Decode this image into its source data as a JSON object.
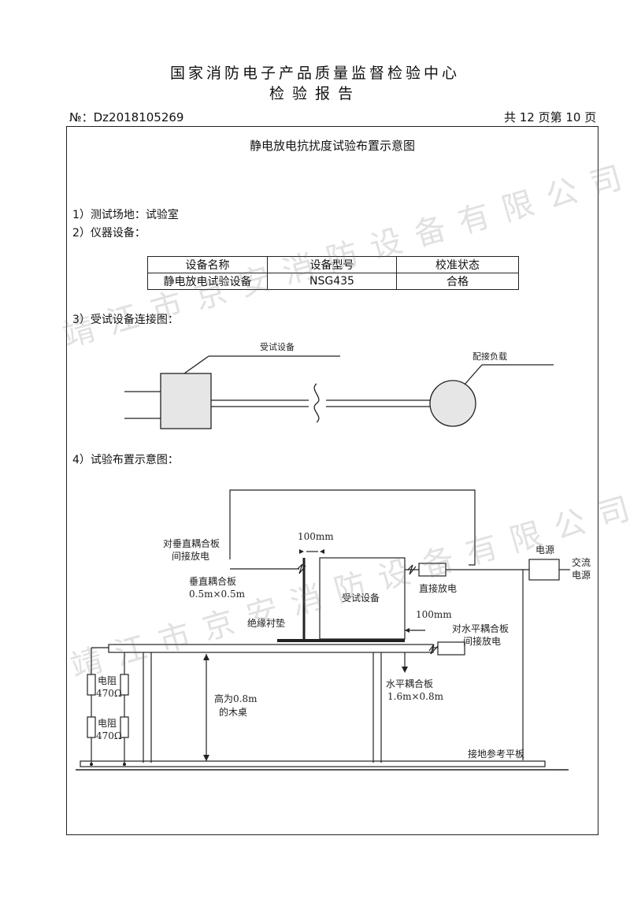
{
  "header": {
    "org_title": "国家消防电子产品质量监督检验中心",
    "report_title": "检验报告",
    "report_no": "№：Dz2018105269",
    "page_info": "共 12 页第 10 页"
  },
  "section_title": "静电放电抗扰度试验布置示意图",
  "items": {
    "site": "1）测试场地：试验室",
    "equipment": "2）仪器设备：",
    "connection": "3）受试设备连接图：",
    "layout": "4）试验布置示意图："
  },
  "equipment_table": {
    "headers": [
      "设备名称",
      "设备型号",
      "校准状态"
    ],
    "rows": [
      [
        "静电放电试验设备",
        "NSG435",
        "合格"
      ]
    ]
  },
  "connection_diagram": {
    "eut_label": "受试设备",
    "load_label": "配接负载"
  },
  "layout_diagram": {
    "distance_top": "100mm",
    "vcp_discharge": [
      "对垂直耦合板",
      "间接放电"
    ],
    "vcp": [
      "垂直耦合板",
      "0.5m×0.5m"
    ],
    "eut": "受试设备",
    "insulating_pad": "绝缘衬垫",
    "power": "电源",
    "ac_power": [
      "交流",
      "电源"
    ],
    "direct_discharge": "直接放电",
    "distance_side": "100mm",
    "hcp_discharge": [
      "对水平耦合板",
      "间接放电"
    ],
    "hcp": [
      "水平耦合板",
      "1.6m×0.8m"
    ],
    "resistor1": [
      "电阻",
      "470Ω"
    ],
    "resistor2": [
      "电阻",
      "470Ω"
    ],
    "table": [
      "高为0.8m",
      "的木桌"
    ],
    "ground_plane": "接地参考平板"
  },
  "watermark": [
    "靖江市京安消防设备有限公司",
    "靖江市京安消防设备有限公司"
  ]
}
